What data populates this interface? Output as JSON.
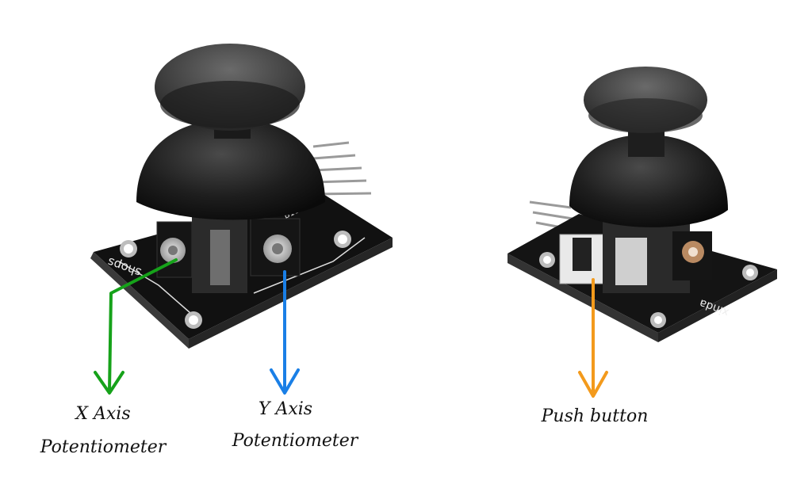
{
  "labels": {
    "x_axis_line1": "X Axis",
    "x_axis_line2": "Potentiometer",
    "y_axis_line1": "Y Axis",
    "y_axis_line2": "Potentiometer",
    "push_button": "Push button"
  },
  "board_markings": {
    "left_board": "shops",
    "left_pot": "B10",
    "right_board": "xinda"
  },
  "colors": {
    "x_arrow": "#16a21a",
    "y_arrow": "#1a7fe6",
    "push_arrow": "#f39a1c",
    "pcb": "#111111",
    "knob": "#1c1c1c"
  }
}
